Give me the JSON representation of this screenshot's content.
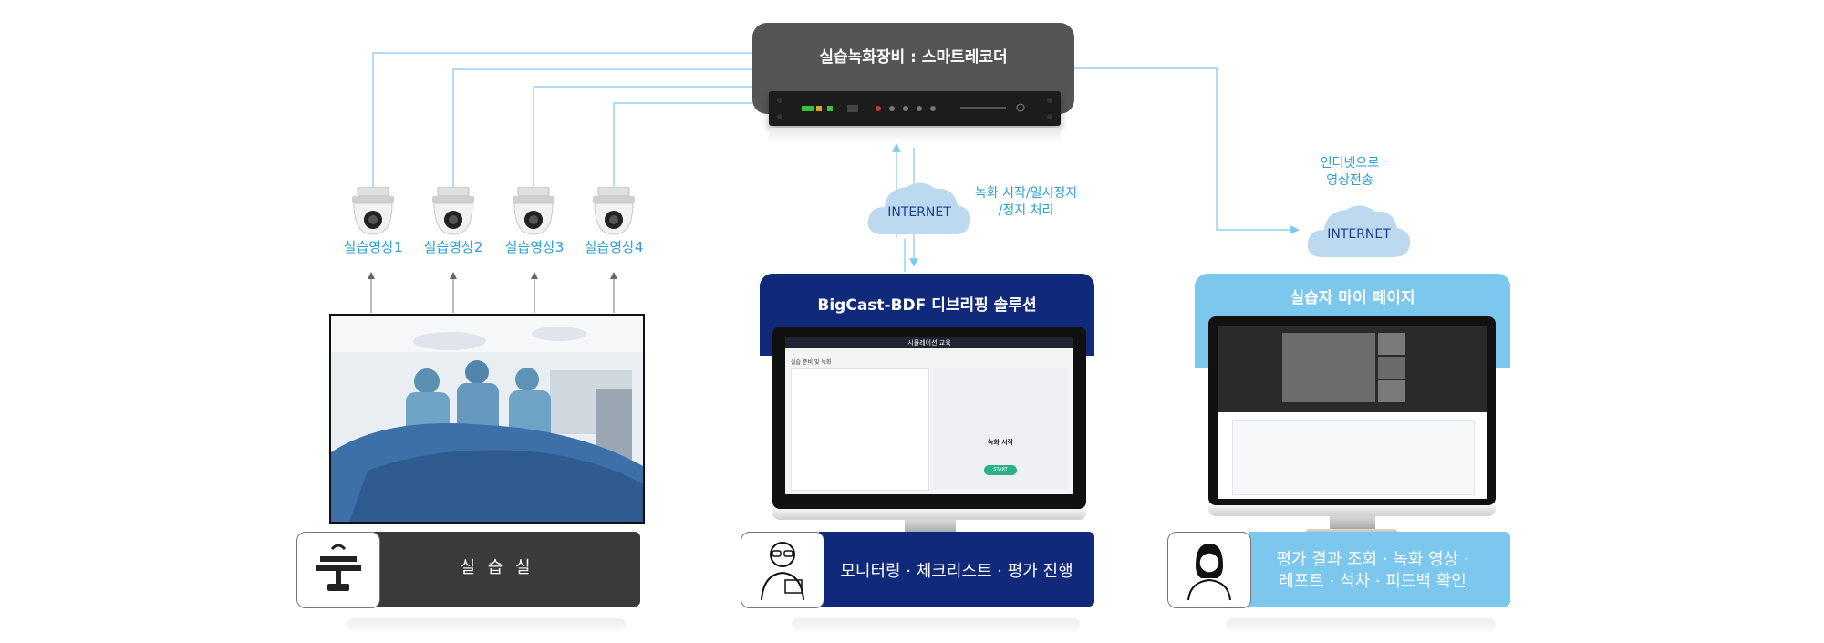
{
  "recorder": {
    "title": "실습녹화장비 : 스마트레코더"
  },
  "cameras": [
    "실습영상1",
    "실습영상2",
    "실습영상3",
    "실습영상4"
  ],
  "internet_left": {
    "label": "INTERNET",
    "note_line1": "녹화 시작/일시정지",
    "note_line2": "/정지 처리"
  },
  "internet_right": {
    "label": "INTERNET",
    "note_line1": "인터넷으로",
    "note_line2": "영상전송"
  },
  "solution": {
    "title": "BigCast-BDF 디브리핑 솔루션",
    "screen_header": "시뮬레이션 교육",
    "screen_section": "실습 준비 및 녹화",
    "screen_record_title": "녹화 시작",
    "screen_start_btn": "START"
  },
  "mypage": {
    "title": "실습자 마이 페이지"
  },
  "bars": {
    "practice_room": "실 습 실",
    "monitoring": "모니터링 · 체크리스트 · 평가 진행",
    "review_line1": "평가 결과 조회 · 녹화 영상 ·",
    "review_line2": "레포트 · 석차 ·  피드백 확인"
  },
  "colors": {
    "navy": "#10297a",
    "sky": "#7cc7ee",
    "dark": "#3a3a3a",
    "line": "#7cc7ee",
    "text_blue": "#2a9fd6"
  }
}
